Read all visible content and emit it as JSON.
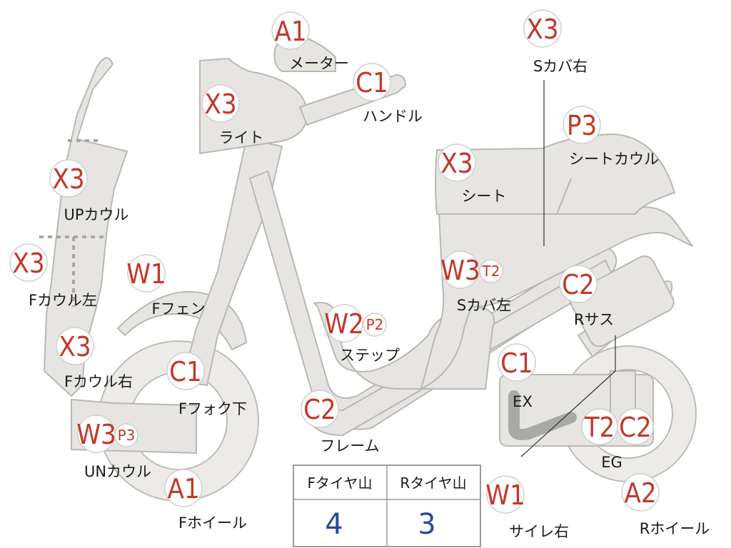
{
  "parts": {
    "meter": {
      "code": "A1",
      "label": "メーター"
    },
    "handle": {
      "code": "C1",
      "label": "ハンドル"
    },
    "light": {
      "code": "X3",
      "label": "ライト"
    },
    "s_cover_right": {
      "code": "X3",
      "label": "Sカバ右"
    },
    "seat_cowl": {
      "code": "P3",
      "label": "シートカウル"
    },
    "seat": {
      "code": "X3",
      "label": "シート"
    },
    "up_cowl": {
      "code": "X3",
      "label": "UPカウル"
    },
    "f_cowl_left": {
      "code": "X3",
      "label": "Fカウル左"
    },
    "f_fender": {
      "code": "W1",
      "label": "Fフェン"
    },
    "s_cover_left": {
      "code": "W3",
      "sub": "T2",
      "label": "Sカバ左"
    },
    "r_sus": {
      "code": "C2",
      "label": "Rサス"
    },
    "step": {
      "code": "W2",
      "sub": "P2",
      "label": "ステップ"
    },
    "f_cowl_right": {
      "code": "X3",
      "label": "Fカウル右"
    },
    "f_fork_lower": {
      "code": "C1",
      "label": "Fフォク下"
    },
    "ex": {
      "code": "C1",
      "label": "EX"
    },
    "frame": {
      "code": "C2",
      "label": "フレーム"
    },
    "un_cowl": {
      "code": "W3",
      "sub": "P3",
      "label": "UNカウル"
    },
    "eg": {
      "code": "T2",
      "code2": "C2",
      "label": "EG"
    },
    "f_wheel": {
      "code": "A1",
      "label": "Fホイール"
    },
    "silencer_right": {
      "code": "W1",
      "label": "サイレ右"
    },
    "r_wheel": {
      "code": "A2",
      "label": "Rホイール"
    }
  },
  "tire_table": {
    "headers": [
      "Fタイヤ山",
      "Rタイヤ山"
    ],
    "values": [
      "4",
      "3"
    ]
  },
  "colors": {
    "code": "#c0392b",
    "table_value": "#2a4a9a",
    "part_fill": "#e6e5e1"
  }
}
